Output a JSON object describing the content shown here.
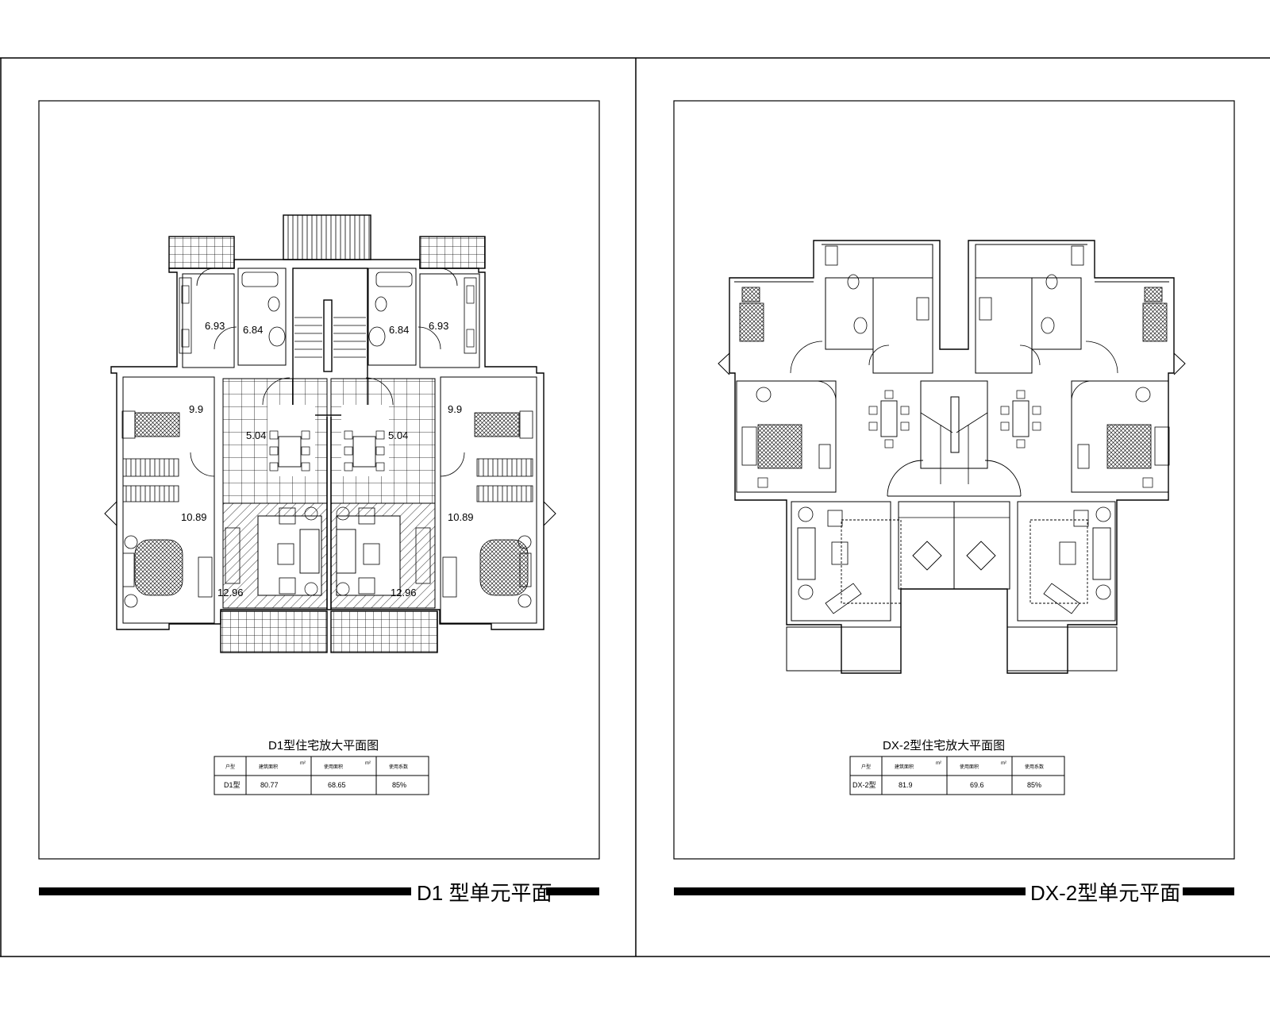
{
  "sheets": [
    {
      "id": "d1",
      "sheet_title": "D1 型单元平面",
      "plan_caption": "D1型住宅放大平面图",
      "rooms": [
        "6.93",
        "6.84",
        "6.84",
        "6.93",
        "9.9",
        "9.9",
        "5.04",
        "5.04",
        "10.89",
        "10.89",
        "12.96",
        "12.96"
      ],
      "table": {
        "headers": [
          "户型",
          "建筑面积",
          "m²",
          "使用面积",
          "m²",
          "使用系数"
        ],
        "row": [
          "D1型",
          "80.77",
          "68.65",
          "85%"
        ]
      }
    },
    {
      "id": "dx2",
      "sheet_title": "DX-2型单元平面",
      "plan_caption": "DX-2型住宅放大平面图",
      "table": {
        "headers": [
          "户型",
          "建筑面积",
          "m²",
          "使用面积",
          "m²",
          "使用系数"
        ],
        "row": [
          "DX-2型",
          "81.9",
          "69.6",
          "85%"
        ]
      }
    }
  ]
}
